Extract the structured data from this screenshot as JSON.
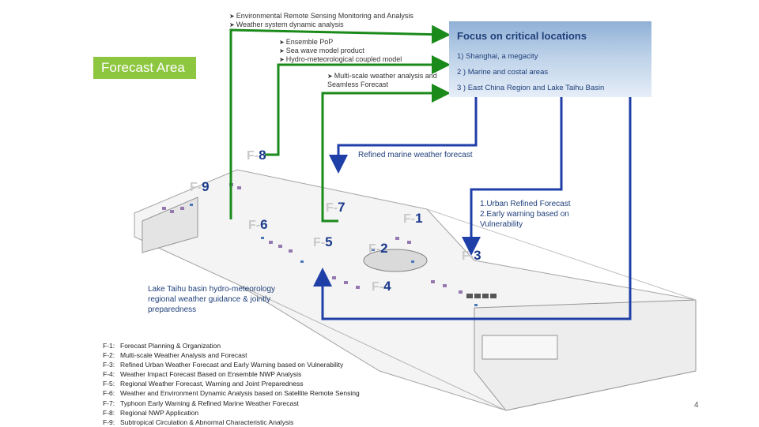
{
  "top_bullets": [
    "Environmental Remote Sensing Monitoring and Analysis",
    "Weather system dynamic analysis"
  ],
  "mid_bullets": [
    "Ensemble PoP",
    "Sea wave model product",
    "Hydro-meteorological coupled model"
  ],
  "multi_scale": {
    "line1": "Multi-scale weather analysis and",
    "line2": "Seamless Forecast"
  },
  "forecast_area": "Forecast Area",
  "focus": {
    "title": "Focus on critical locations",
    "items": [
      "1) Shanghai, a megacity",
      "2 ) Marine and costal areas",
      "3 ) East China Region and Lake Taihu Basin"
    ]
  },
  "refined_marine": "Refined marine weather forecast",
  "urban_note": {
    "line1": "1.Urban Refined Forecast",
    "line2": "2.Early warning based on",
    "line3": "Vulnerability"
  },
  "taihu_note": {
    "line1": "Lake Taihu basin hydro-meteorology",
    "line2": "regional weather guidance & jointly",
    "line3": "preparedness"
  },
  "floors": {
    "f1": {
      "prefix": "F-",
      "num": "1"
    },
    "f2": {
      "prefix": "F-",
      "num": "2"
    },
    "f3": {
      "prefix": "F-",
      "num": "3"
    },
    "f4": {
      "prefix": "F-",
      "num": "4"
    },
    "f5": {
      "prefix": "F-",
      "num": "5"
    },
    "f6": {
      "prefix": "F-",
      "num": "6"
    },
    "f7": {
      "prefix": "F-",
      "num": "7"
    },
    "f8": {
      "prefix": "F-",
      "num": "8"
    },
    "f9": {
      "prefix": "F-",
      "num": "9"
    }
  },
  "legend": [
    {
      "code": "F-1:",
      "text": "Forecast Planning & Organization"
    },
    {
      "code": "F-2:",
      "text": "Multi-scale Weather Analysis and Forecast"
    },
    {
      "code": "F-3:",
      "text": "Refined Urban Weather Forecast and Early Warning based on Vulnerability"
    },
    {
      "code": "F-4:",
      "text": "Weather Impact Forecast Based on Ensemble NWP Analysis"
    },
    {
      "code": "F-5:",
      "text": "Regional Weather Forecast, Warning and Joint Preparedness"
    },
    {
      "code": "F-6:",
      "text": "Weather and Environment Dynamic Analysis based on Satellite Remote Sensing"
    },
    {
      "code": "F-7:",
      "text": "Typhoon Early Warning & Refined Marine Weather Forecast"
    },
    {
      "code": "F-8:",
      "text": "Regional NWP Application"
    },
    {
      "code": "F-9:",
      "text": "Subtropical Circulation & Abnormal Characteristic Analysis"
    }
  ],
  "page_number": "4",
  "colors": {
    "green_arrow": "#1a8a1a",
    "blue_arrow": "#1f3fa8",
    "forecast_area_bg": "#8dc63f"
  }
}
